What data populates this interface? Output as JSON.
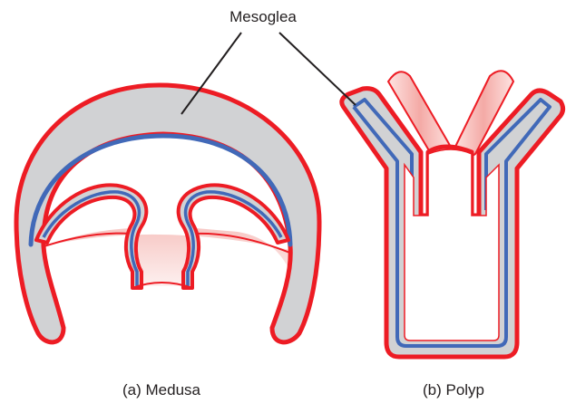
{
  "labels": {
    "mesoglea": "Mesoglea",
    "medusa_caption": "(a) Medusa",
    "polyp_caption": "(b) Polyp"
  },
  "colors": {
    "mesoglea_fill": "#d1d2d4",
    "epidermis_red": "#ed1c24",
    "gastrodermis_blue": "#4169b8",
    "cavity_pink": "#f9d2d0",
    "outline_dark": "#231f20"
  }
}
